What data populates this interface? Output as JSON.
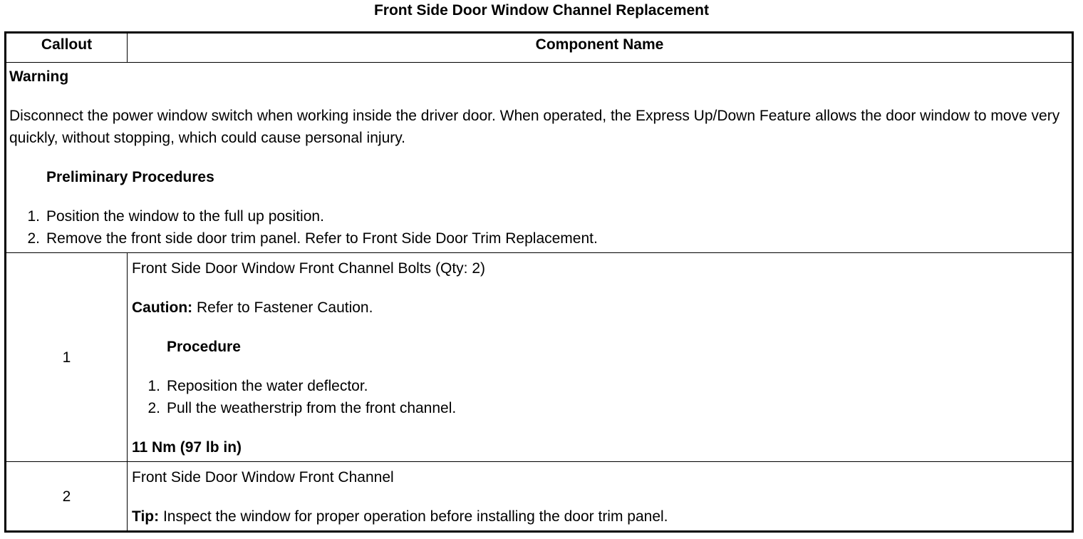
{
  "title": "Front Side Door Window Channel Replacement",
  "table": {
    "headers": {
      "callout": "Callout",
      "component": "Component Name"
    },
    "warning": {
      "label": "Warning",
      "text": "Disconnect the power window switch when working inside the driver door. When operated, the Express Up/Down Feature allows the door window to move very quickly, without stopping, which could cause personal injury.",
      "preliminary_heading": "Preliminary Procedures",
      "steps": [
        {
          "num": "1.",
          "text": "Position the window to the full up position."
        },
        {
          "num": "2.",
          "text": "Remove the front side door trim panel. Refer to Front Side Door Trim Replacement."
        }
      ]
    },
    "rows": [
      {
        "callout": "1",
        "component": "Front Side Door Window Front Channel Bolts (Qty: 2)",
        "caution_label": "Caution:",
        "caution_text": " Refer to Fastener Caution.",
        "procedure_heading": "Procedure",
        "steps": [
          {
            "num": "1.",
            "text": "Reposition the water deflector."
          },
          {
            "num": "2.",
            "text": "Pull the weatherstrip from the front channel."
          }
        ],
        "torque": "11 Nm (97 lb in)"
      },
      {
        "callout": "2",
        "component": "Front Side Door Window Front Channel",
        "tip_label": "Tip:",
        "tip_text": " Inspect the window for proper operation before installing the door trim panel."
      }
    ]
  }
}
